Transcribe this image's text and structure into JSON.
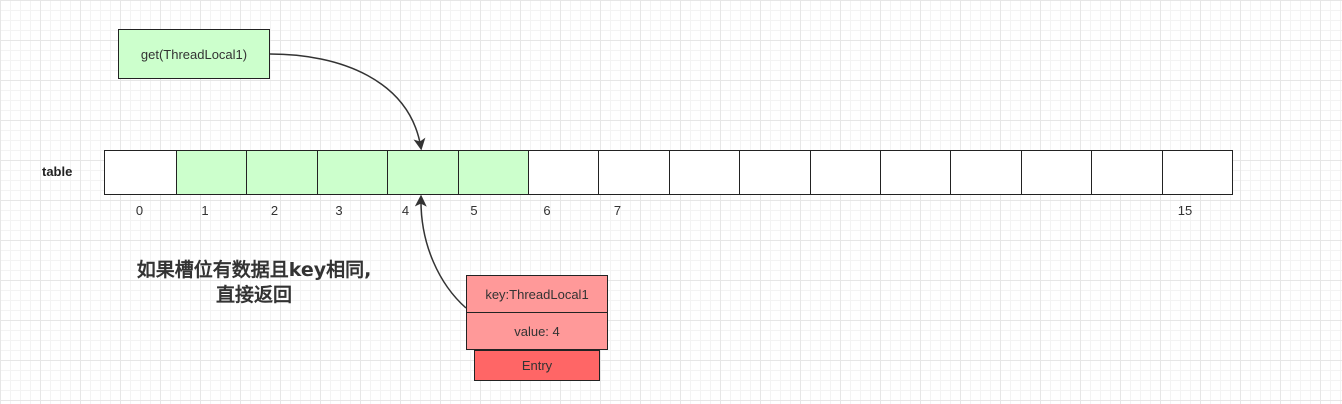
{
  "get_call": "get(ThreadLocal1)",
  "table_label": "table",
  "cells": [
    {
      "index": "0",
      "highlight": false
    },
    {
      "index": "1",
      "highlight": true
    },
    {
      "index": "2",
      "highlight": true
    },
    {
      "index": "3",
      "highlight": true
    },
    {
      "index": "4",
      "highlight": true
    },
    {
      "index": "5",
      "highlight": true
    },
    {
      "index": "6",
      "highlight": false
    },
    {
      "index": "7",
      "highlight": false
    },
    {
      "index": "",
      "highlight": false
    },
    {
      "index": "",
      "highlight": false
    },
    {
      "index": "",
      "highlight": false
    },
    {
      "index": "",
      "highlight": false
    },
    {
      "index": "",
      "highlight": false
    },
    {
      "index": "",
      "highlight": false
    },
    {
      "index": "",
      "highlight": false
    },
    {
      "index": "15",
      "highlight": false
    }
  ],
  "description": {
    "line1": "如果槽位有数据且key相同,",
    "line2": "直接返回"
  },
  "entry": {
    "key": "key:ThreadLocal1",
    "value": "value: 4",
    "type": "Entry"
  },
  "colors": {
    "highlight": "#ccffcc",
    "entry_field": "#ff9999",
    "entry_type": "#ff6666",
    "stroke": "#222222"
  }
}
